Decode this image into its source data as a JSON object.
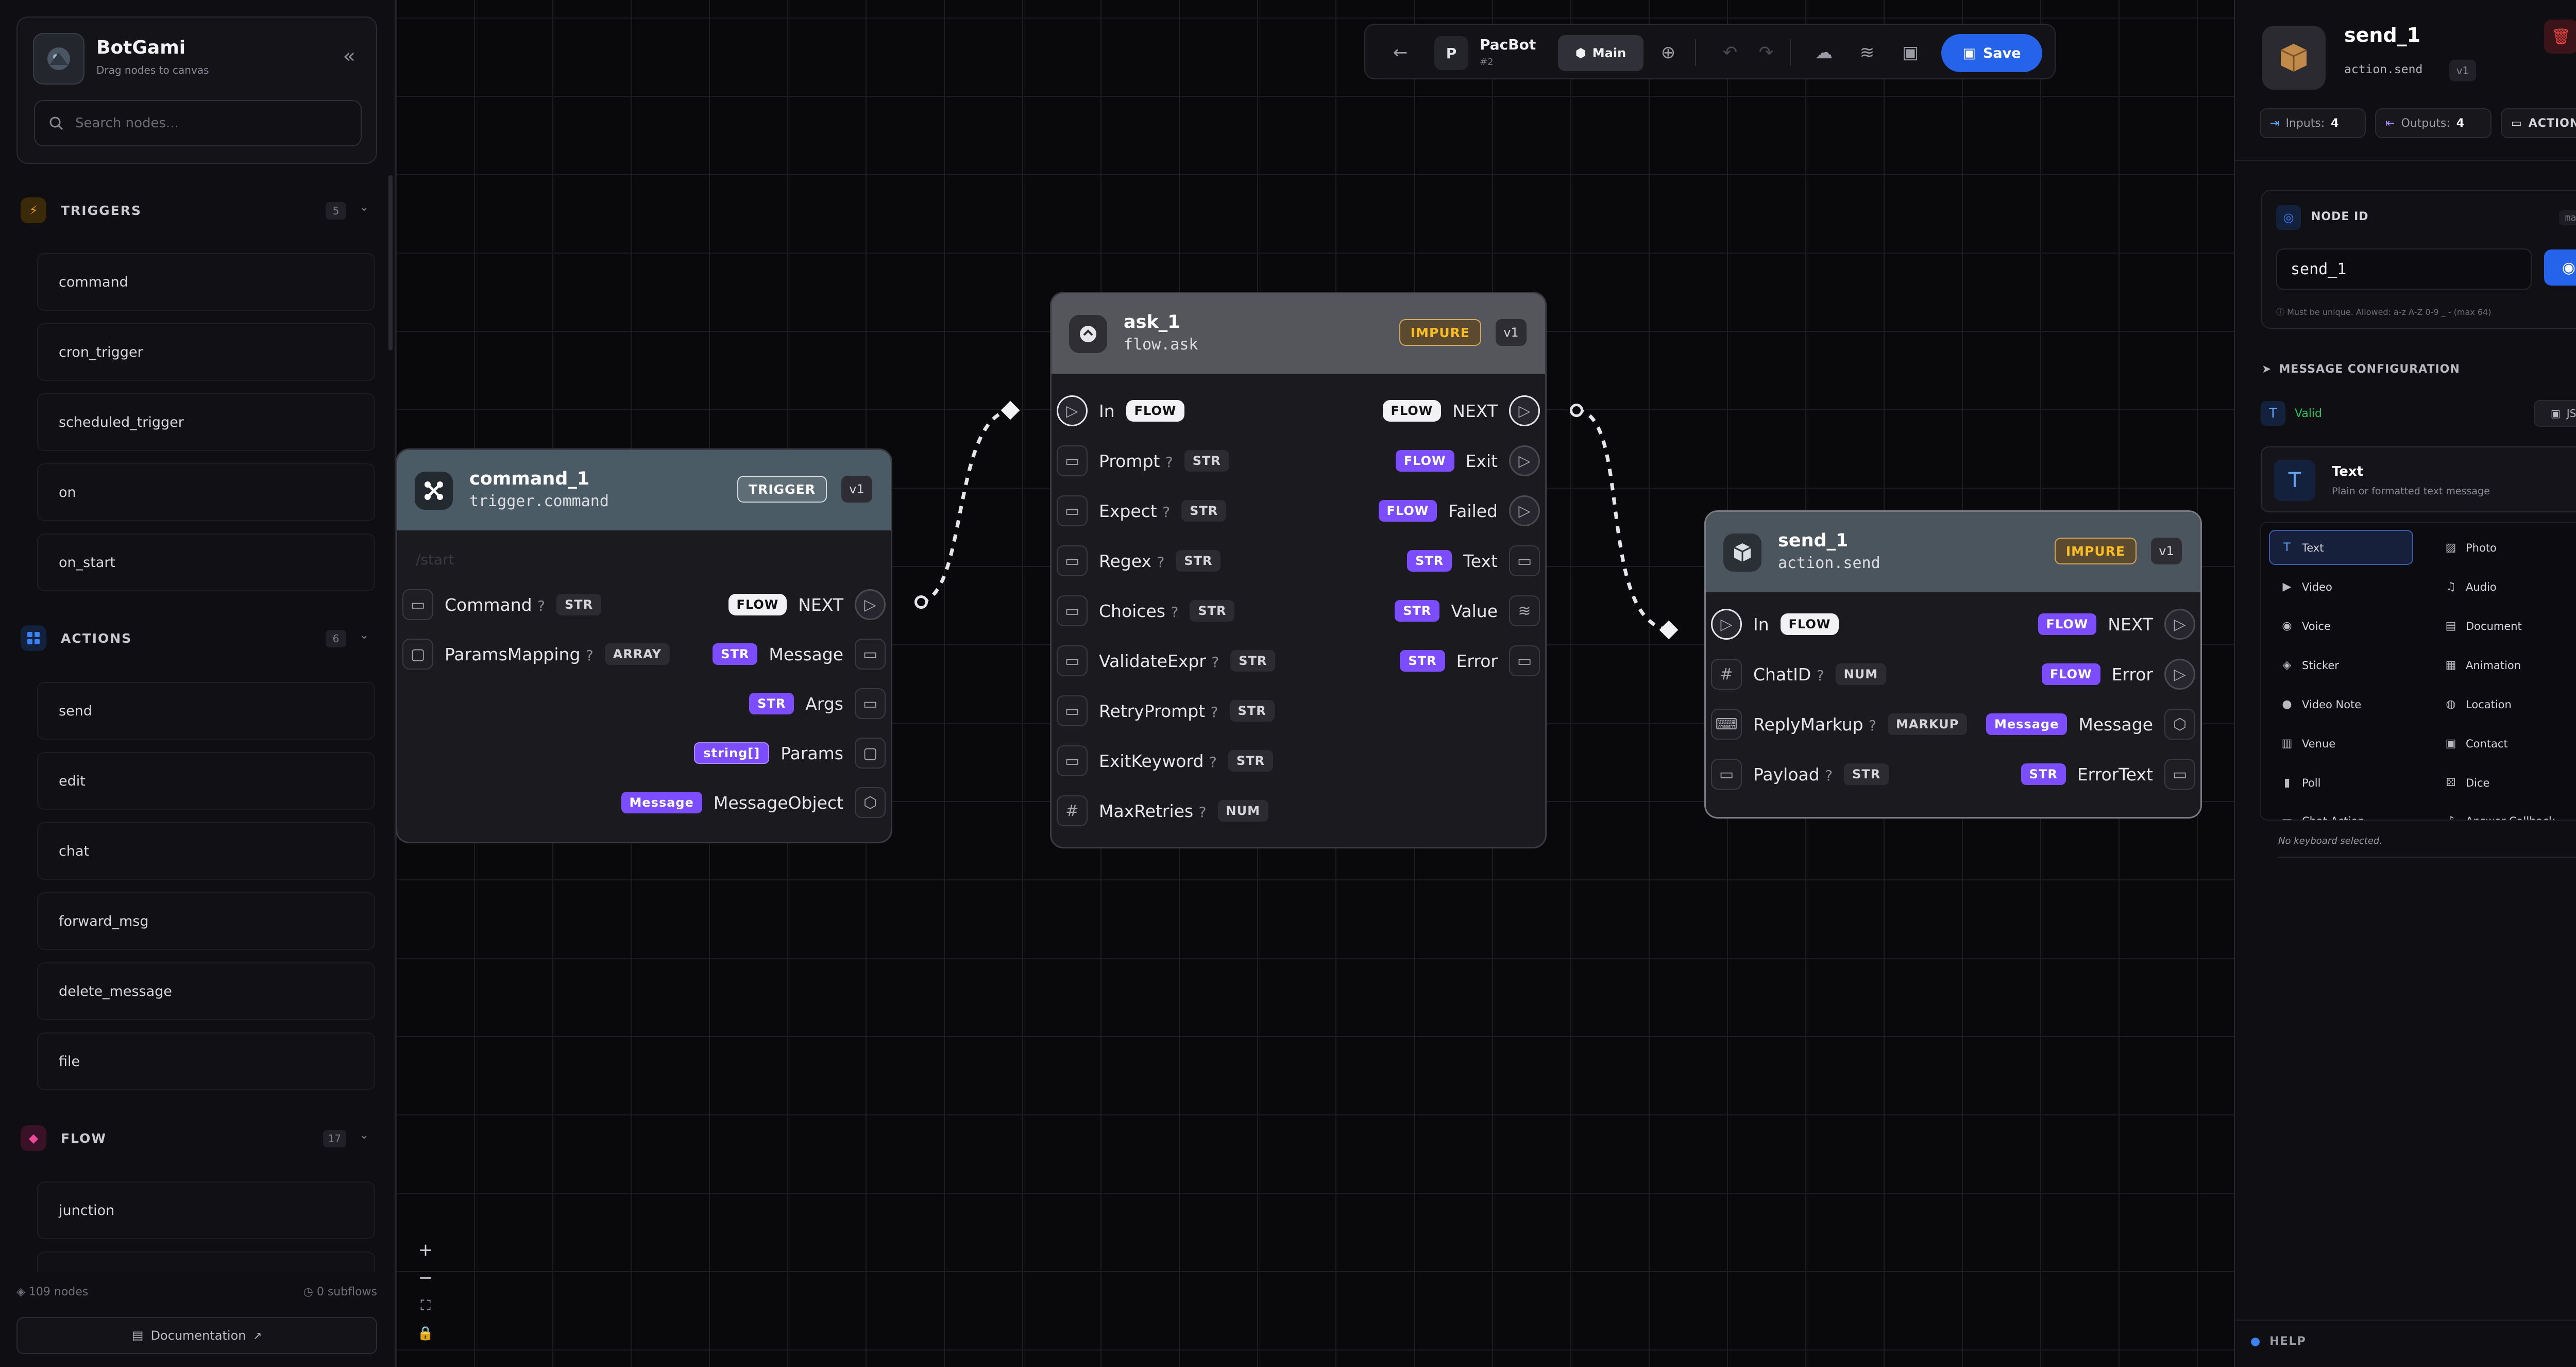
{
  "sidebar": {
    "brand_title": "BotGami",
    "brand_subtitle": "Drag nodes to canvas",
    "search_placeholder": "Search nodes...",
    "categories": [
      {
        "label": "TRIGGERS",
        "count": "5",
        "color": "#f59e0b",
        "items": [
          "command",
          "cron_trigger",
          "scheduled_trigger",
          "on",
          "on_start"
        ]
      },
      {
        "label": "ACTIONS",
        "count": "6",
        "color": "#3b82f6",
        "items": [
          "send",
          "edit",
          "chat",
          "forward_msg",
          "delete_message",
          "file"
        ]
      },
      {
        "label": "FLOW",
        "count": "17",
        "color": "#ec4899",
        "items": [
          "junction"
        ]
      }
    ],
    "footer_nodes": "109 nodes",
    "footer_subflows": "0 subflows",
    "docs_label": "Documentation"
  },
  "toolbar": {
    "project_badge": "P",
    "project_name": "PacBot",
    "project_sub": "#2",
    "branch": "Main",
    "save_label": "Save"
  },
  "nodes": {
    "command": {
      "title": "command_1",
      "type": "trigger.command",
      "badge": "TRIGGER",
      "version": "v1",
      "placeholder": "/start",
      "inputs": [
        {
          "label": "Command",
          "type": "STR"
        },
        {
          "label": "ParamsMapping",
          "type": "ARRAY"
        }
      ],
      "outputs": [
        {
          "label": "NEXT",
          "type": "FLOW"
        },
        {
          "label": "Message",
          "type": "STR"
        },
        {
          "label": "Args",
          "type": "STR"
        },
        {
          "label": "Params",
          "type": "string[]"
        },
        {
          "label": "MessageObject",
          "type": "Message"
        }
      ]
    },
    "ask": {
      "title": "ask_1",
      "type": "flow.ask",
      "badge": "IMPURE",
      "version": "v1",
      "inputs": [
        {
          "label": "In",
          "type": "FLOW"
        },
        {
          "label": "Prompt",
          "type": "STR"
        },
        {
          "label": "Expect",
          "type": "STR"
        },
        {
          "label": "Regex",
          "type": "STR"
        },
        {
          "label": "Choices",
          "type": "STR"
        },
        {
          "label": "ValidateExpr",
          "type": "STR"
        },
        {
          "label": "RetryPrompt",
          "type": "STR"
        },
        {
          "label": "ExitKeyword",
          "type": "STR"
        },
        {
          "label": "MaxRetries",
          "type": "NUM"
        }
      ],
      "outputs": [
        {
          "label": "NEXT",
          "type": "FLOW"
        },
        {
          "label": "Exit",
          "type": "FLOW"
        },
        {
          "label": "Failed",
          "type": "FLOW"
        },
        {
          "label": "Text",
          "type": "STR"
        },
        {
          "label": "Value",
          "type": "STR"
        },
        {
          "label": "Error",
          "type": "STR"
        }
      ]
    },
    "send": {
      "title": "send_1",
      "type": "action.send",
      "badge": "IMPURE",
      "version": "v1",
      "inputs": [
        {
          "label": "In",
          "type": "FLOW"
        },
        {
          "label": "ChatID",
          "type": "NUM"
        },
        {
          "label": "ReplyMarkup",
          "type": "MARKUP"
        },
        {
          "label": "Payload",
          "type": "STR"
        }
      ],
      "outputs": [
        {
          "label": "NEXT",
          "type": "FLOW"
        },
        {
          "label": "Error",
          "type": "FLOW"
        },
        {
          "label": "Message",
          "type": "Message"
        },
        {
          "label": "ErrorText",
          "type": "STR"
        }
      ]
    }
  },
  "panel": {
    "title": "send_1",
    "type": "action.send",
    "version": "v1",
    "inputs_label": "Inputs:",
    "inputs_count": "4",
    "outputs_label": "Outputs:",
    "outputs_count": "4",
    "actions_label": "ACTIONS",
    "node_id_label": "NODE ID",
    "node_id_scope": "main",
    "node_id_value": "send_1",
    "node_id_hint": "Must be unique. Allowed: a-z A-Z 0-9 _ - (max 64)",
    "msg_config_label": "MESSAGE CONFIGURATION",
    "valid_label": "Valid",
    "json_label": "JSON",
    "msg_type_title": "Text",
    "msg_type_sub": "Plain or formatted text message",
    "types": [
      "Text",
      "Photo",
      "Video",
      "Audio",
      "Voice",
      "Document",
      "Sticker",
      "Animation",
      "Video Note",
      "Location",
      "Venue",
      "Contact",
      "Poll",
      "Dice",
      "Chat Action",
      "Answer Callback"
    ],
    "keyboard_note": "No keyboard selected.",
    "help_label": "HELP"
  },
  "colors": {
    "accent": "#2563eb",
    "purple": "#7c4dff",
    "trigger_head": "#4a5b66",
    "ask_head": "#55555c",
    "send_head": "#4b555d"
  }
}
